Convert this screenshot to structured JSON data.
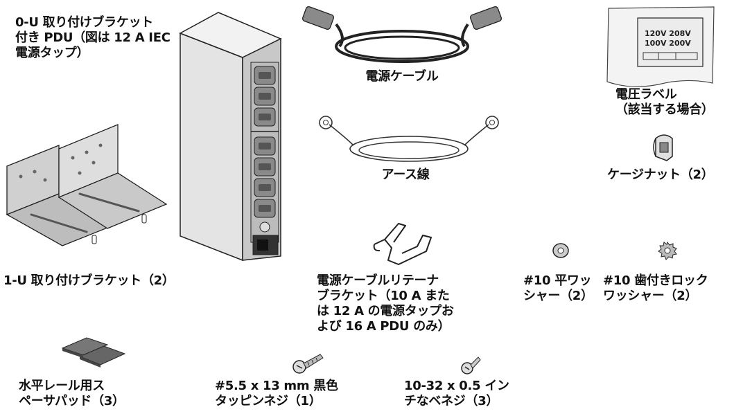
{
  "labels": {
    "pdu": "0-U 取り付けブラケット\n付き PDU（図は 12 A IEC\n電源タップ）",
    "bracket_1u": "1-U 取り付けブラケット（2）",
    "power_cable": "電源ケーブル",
    "ground_wire": "アース線",
    "voltage_label": "電圧ラベル\n（該当する場合）",
    "cage_nut": "ケージナット（2）",
    "retainer": "電源ケーブルリテーナ\nブラケット（10 A また\nは 12 A の電源タップお\nよび 16 A PDU のみ）",
    "washer": "#10 平ワッ\nシャー（2）",
    "lock_washer": "#10 歯付きロック\nワッシャー（2）",
    "spacer": "水平レール用ス\nペーサパッド（3）",
    "tap_screw": "#5.5 x 13 mm 黒色\nタッピンネジ（1）",
    "screw": "10-32 x 0.5 イン\nチなベネジ（3）"
  },
  "voltage_card": {
    "row1": "120V   208V",
    "row2": "100V   200V"
  }
}
